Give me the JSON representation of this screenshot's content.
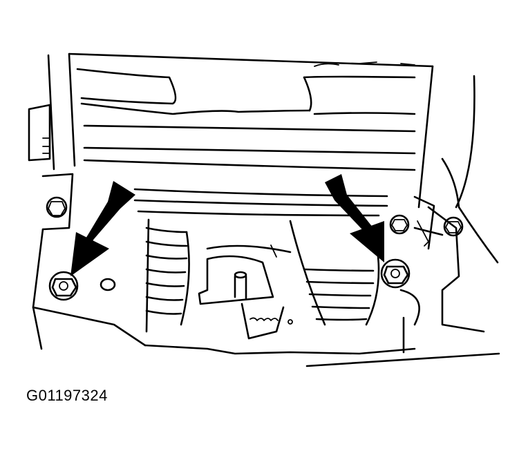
{
  "figure": {
    "id_label": "G01197324"
  },
  "callouts": [
    {
      "name": "left-arrow",
      "points_to": "left-mounting-bolt"
    },
    {
      "name": "right-arrow",
      "points_to": "right-mounting-bolt"
    }
  ],
  "colors": {
    "ink": "#000000",
    "background": "#ffffff"
  }
}
